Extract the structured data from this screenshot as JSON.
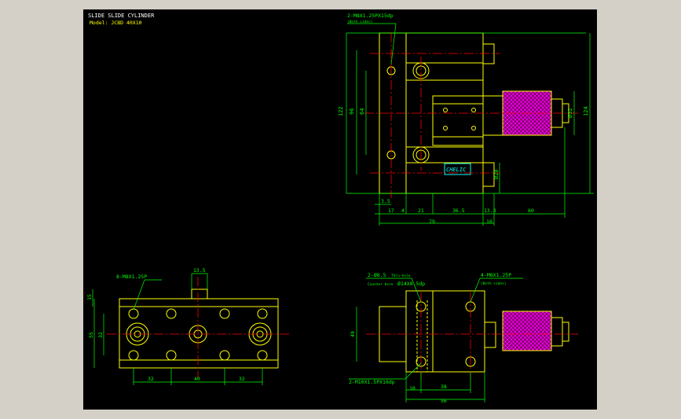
{
  "title": {
    "line1": "SLIDE SLIDE CYLINDER",
    "line2": "Model: JCBD 40X10"
  },
  "top_view": {
    "note_thread": "2-M8X1.25PX15dp",
    "note_thread_sub": "(Both sides)",
    "brand": "CHELIC",
    "dims": {
      "h122": "122",
      "h96": "96",
      "h64": "64",
      "h124": "124",
      "d32": "Ø32",
      "d20": "Ø20",
      "w3_5": "3.5",
      "w17": "17",
      "w4": "4",
      "w21": "21",
      "w36_5": "36.5",
      "w13_3": "13.3",
      "w60": "60",
      "w79": "79",
      "w10": "10"
    }
  },
  "bottom_left_view": {
    "note_thread": "8-M8X1.25P",
    "dims": {
      "d13_5": "13.5",
      "d15": "15",
      "d32v": "32",
      "d55": "55",
      "d32a": "32",
      "d40": "40",
      "d32b": "32"
    }
  },
  "bottom_right_view": {
    "note_thru": "2-Ø8.5",
    "note_thru_sub": "Thru-hole",
    "note_cbore": "Counter bore",
    "note_cbore_val": "Ø14X8.5dp",
    "note_thread": "4-M8X1.25P",
    "note_thread_sub": "(Both sides)",
    "note_bottom": "2-M10X1.5PX16dp",
    "dims": {
      "d49": "49",
      "d10": "10",
      "d38": "38",
      "d56": "56"
    }
  },
  "colors": {
    "line": "#ffff00",
    "dim": "#00ff00",
    "center": "#ff0000",
    "cyan": "#00ffff",
    "knob": "#ff00ff"
  }
}
